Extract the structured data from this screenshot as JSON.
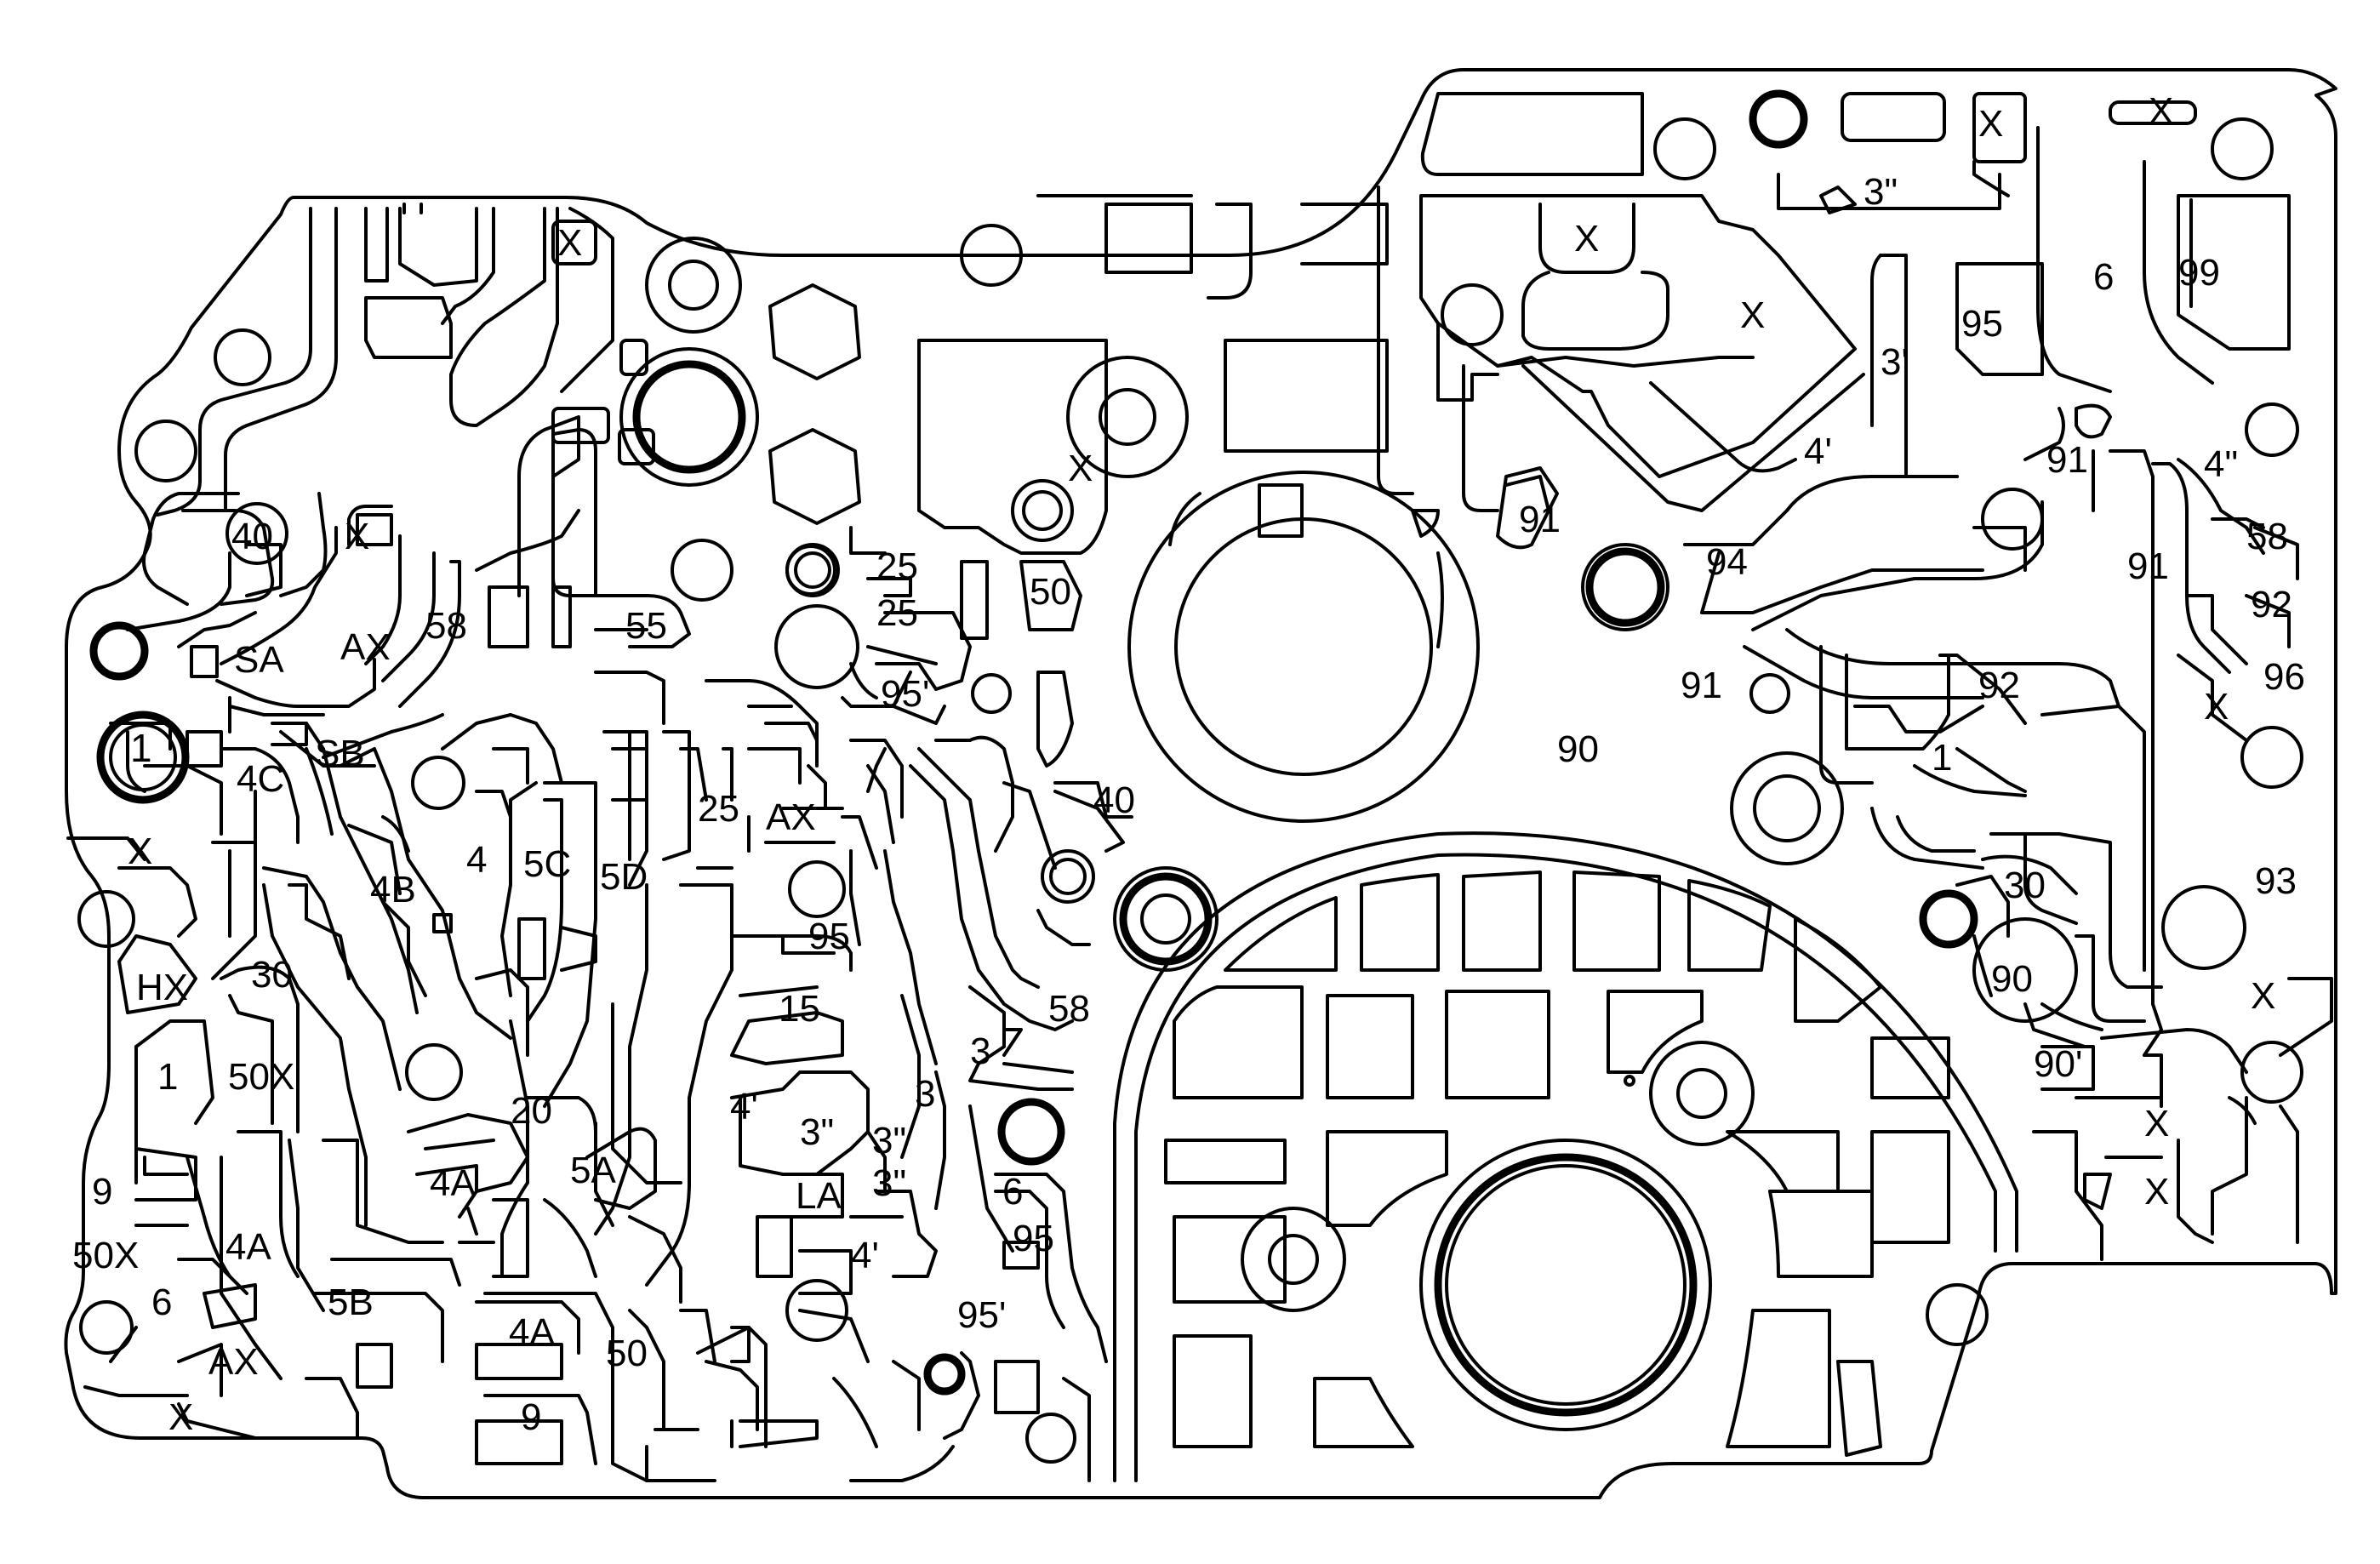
{
  "diagram": {
    "kind": "valve body passage layout",
    "labels": [
      "X",
      "X",
      "3\"",
      "X",
      "X",
      "99",
      "6",
      "95",
      "3'",
      "4'",
      "91",
      "4\"",
      "91",
      "58",
      "92",
      "96",
      "X",
      "93",
      "30",
      "90",
      "X",
      "90'",
      "X",
      "X",
      "X",
      "X",
      "40",
      "X",
      "AX",
      "58",
      "55",
      "25",
      "25",
      "50",
      "91",
      "94",
      "SA",
      "1",
      "95'",
      "91",
      "92",
      "90",
      "1",
      "4C",
      "SB",
      "25",
      "AX",
      "40",
      "X",
      "4",
      "5C",
      "5D",
      "4B",
      "95",
      "HX",
      "30",
      "15",
      "58",
      "50X",
      "3",
      "1",
      "4'",
      "3",
      "20",
      "3\"",
      "3\"",
      "5A",
      "4A",
      "LA",
      "3\"",
      "6",
      "9",
      "95",
      "50X",
      "4A",
      "4'",
      "6",
      "5B",
      "95'",
      "AX",
      "4A",
      "50",
      "X",
      "9"
    ],
    "ports": [
      "1",
      "40",
      "25"
    ]
  }
}
